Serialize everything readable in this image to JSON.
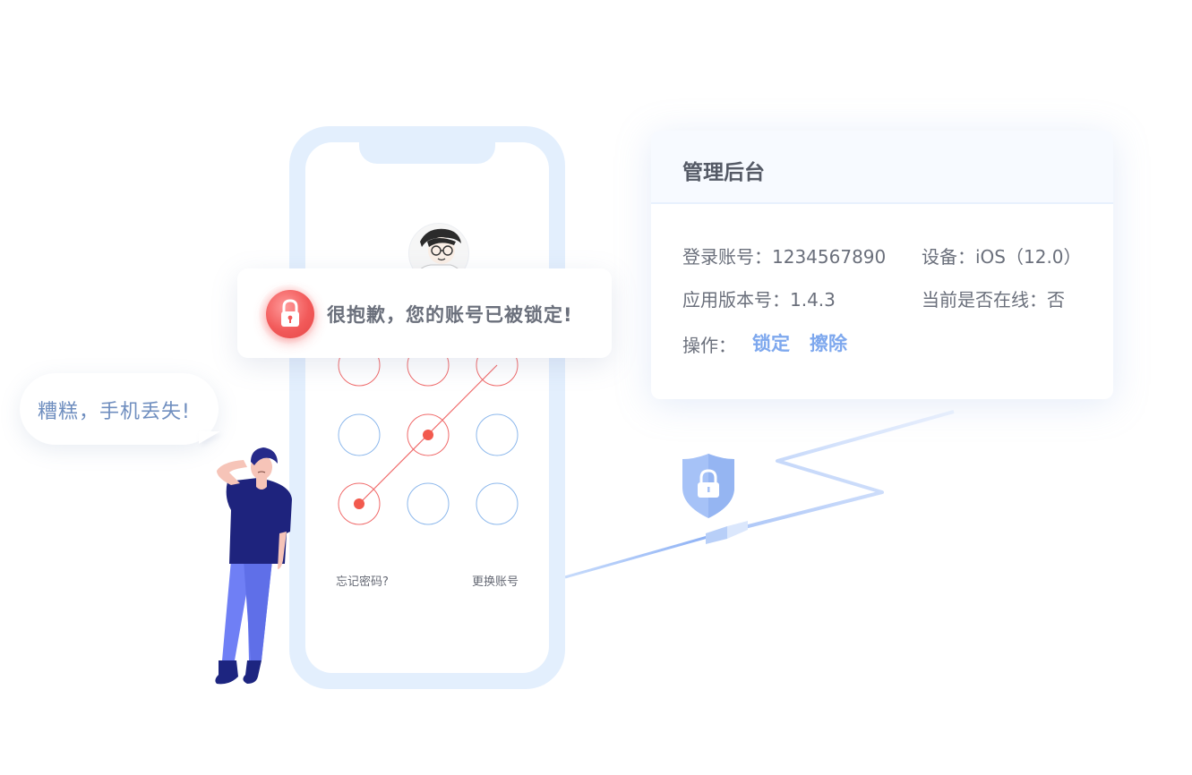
{
  "phone": {
    "forgot_password": "忘记密码?",
    "switch_account": "更换账号"
  },
  "toast": {
    "message": "很抱歉，您的账号已被锁定!"
  },
  "bubble": {
    "text": "糟糕，手机丢失!"
  },
  "admin": {
    "title": "管理后台",
    "account_label": "登录账号：",
    "account_value": "1234567890",
    "device_label": "设备：",
    "device_value": "iOS（12.0）",
    "version_label": "应用版本号：",
    "version_value": "1.4.3",
    "online_label": "当前是否在线：",
    "online_value": "否",
    "actions_label": "操作：",
    "lock_action": "锁定",
    "wipe_action": "擦除"
  },
  "colors": {
    "accent_blue": "#7ea8ee",
    "danger_red": "#f25a5a",
    "phone_frame": "#e3effd"
  }
}
